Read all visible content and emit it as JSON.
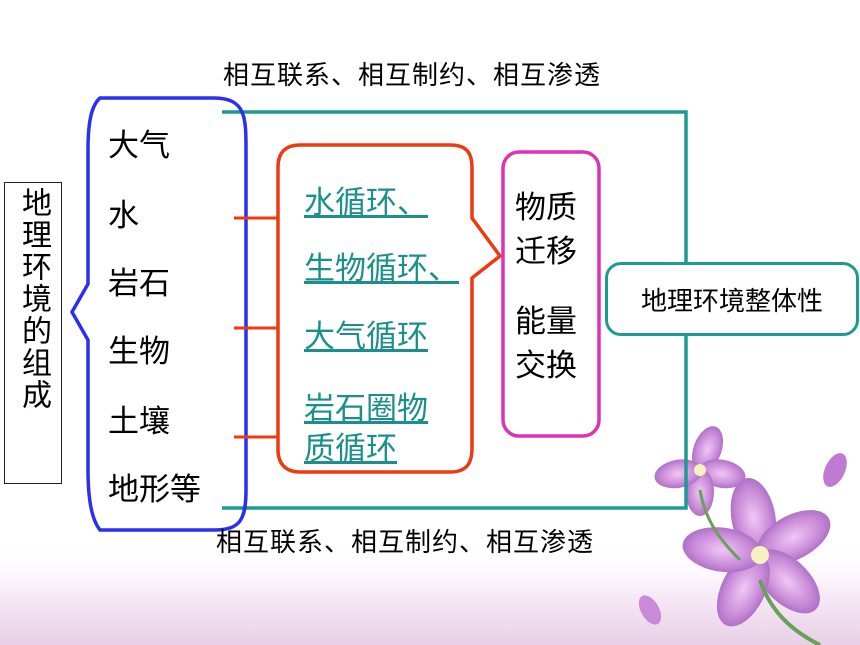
{
  "captions": {
    "top": "相互联系、相互制约、相互渗透",
    "bottom": "相互联系、相互制约、相互渗透"
  },
  "composition": {
    "label": "地理环境的组成",
    "elements": [
      "大气",
      "水",
      "岩石",
      "生物",
      "土壤",
      "地形等"
    ]
  },
  "cycles": [
    "水循环、",
    "生物循环、",
    "大气循环",
    "岩石圈物",
    "质循环"
  ],
  "processes": {
    "line1": "物质",
    "line2": "迁移",
    "line3": "能量",
    "line4": "交换"
  },
  "result": "地理环境整体性",
  "colors": {
    "brace_blue": "#2b2ff0",
    "connector_red": "#ee3a10",
    "frame_teal": "#1e9a94",
    "process_pink": "#e030b8",
    "link_teal": "#1a8f8c"
  },
  "icons": [
    "purple-flower-icon"
  ]
}
